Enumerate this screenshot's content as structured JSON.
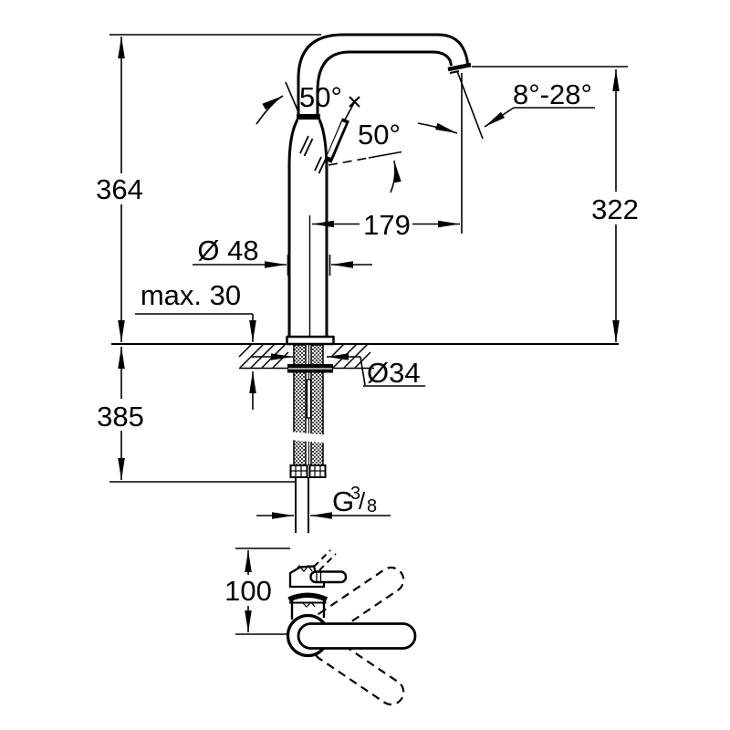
{
  "drawing_type": "faucet installation dimension drawing",
  "colors": {
    "line": "#000000",
    "background": "#ffffff"
  },
  "labels": {
    "total_height": "364",
    "swivel_angle": "50°",
    "lever_angle": "50°",
    "spout_tilt_range": "8°-28°",
    "spout_height": "322",
    "spout_reach": "179",
    "body_diameter": "Ø 48",
    "max_counter_thickness": "max. 30",
    "hole_diameter": "Ø34",
    "below_counter_length": "385",
    "thread": {
      "g": "G",
      "numerator": "3",
      "slash": "/",
      "denominator": "8"
    },
    "front_view_height": "100"
  }
}
